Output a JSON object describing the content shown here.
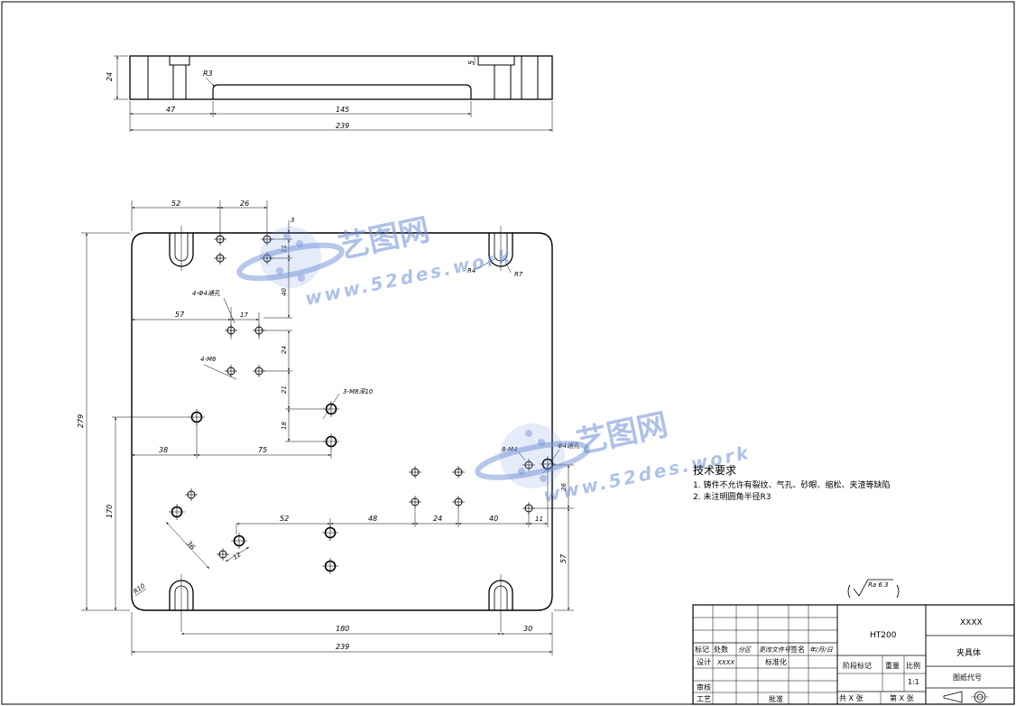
{
  "top_view": {
    "dims": {
      "height": "24",
      "slot_depth": "5",
      "radius": "R3",
      "left_offset": "47",
      "slot_length": "145",
      "overall": "239"
    }
  },
  "plan_view": {
    "dims": {
      "top_52": "52",
      "top_26": "26",
      "v_3": "3",
      "v_11": "11",
      "v_40": "40",
      "h_57": "57",
      "h_17": "17",
      "v_24": "24",
      "v_21": "21",
      "v_18": "18",
      "h_38": "38",
      "h_75": "75",
      "overall_height": "279",
      "left_170": "170",
      "b_52": "52",
      "b_48": "48",
      "b_24": "24",
      "b_40": "40",
      "b_11": "11",
      "right_26": "26",
      "right_57": "57",
      "diag_36": "36",
      "diag_12": "12",
      "bottom_180": "180",
      "bottom_30": "30",
      "overall_width": "239"
    },
    "callouts": {
      "holes_4_phi": "4-Φ4通孔",
      "holes_4_m6": "4-M6",
      "holes_3_m8": "3-M8深10",
      "holes_8_m4": "8-M4",
      "phi_through": "Φ4通孔",
      "r4": "R4",
      "r7": "R7",
      "r10": "R10"
    }
  },
  "watermark": {
    "cn": "艺图网",
    "url": "www.52des.work"
  },
  "tech_notes": {
    "title": "技术要求",
    "line1": "1. 铸件不允许有裂纹、气孔、砂眼、缩松、夹渣等缺陷",
    "line2": "2. 未注明圆角半径R3"
  },
  "roughness": "Ra 6.3",
  "title_block": {
    "material": "HT200",
    "company": "XXXX",
    "part_name": "夹具体",
    "drawing_no": "图纸代号",
    "scale": "1:1",
    "row_labels": {
      "marker": "标记",
      "count": "处数",
      "zone": "分区",
      "change_doc": "更改文件号",
      "sign": "签名",
      "date": "年/月/日",
      "design": "设计",
      "design_val": "XXXX",
      "standard": "标准化",
      "stage": "阶段标记",
      "weight": "重量",
      "ratio": "比例",
      "review": "审核",
      "process": "工艺",
      "approve": "批准",
      "total": "共 X 张",
      "sheet": "第 X 张"
    }
  }
}
